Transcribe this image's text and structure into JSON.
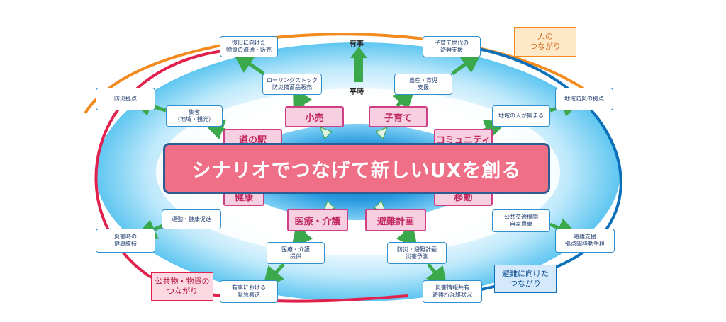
{
  "banner": "シナリオでつなげて新しいUXを創る",
  "axis": {
    "top": "有事",
    "bottom": "平時"
  },
  "pink_boxes": {
    "kouri": "小売",
    "kosodate": "子育て",
    "michi": "道の駅",
    "community": "コミュニティ",
    "kenkou": "健康",
    "idou": "移動",
    "iryou": "医療・介護",
    "hinan": "避難計画"
  },
  "mid_boxes": {
    "rolling": [
      "ローリングストック",
      "防災備蓄品販売"
    ],
    "shussan": [
      "出産・育児",
      "支援"
    ],
    "shukaku": [
      "集客",
      "（地域・観光）"
    ],
    "chiiki": [
      "地域の人が集まる"
    ],
    "undou": [
      "運動・健康促進"
    ],
    "koukyou": [
      "公共交通機関",
      "自家用車"
    ],
    "iryou_teikyou": [
      "医療・介護",
      "提供"
    ],
    "bousai": [
      "防災・避難計画",
      "災害予測"
    ]
  },
  "outer_boxes": {
    "fukkyu": [
      "復旧に向けた",
      "物資の流通・販売"
    ],
    "kosodate_setai": [
      "子育て世代の",
      "避難支援"
    ],
    "bousai_kyoten": [
      "防災拠点"
    ],
    "chiiki_bousai": [
      "地域防災の拠点"
    ],
    "saigai_kenkou": [
      "災害時の",
      "健康維持"
    ],
    "hinan_shien": [
      "避難支援",
      "拠点間移動手段"
    ],
    "yuuji_kinkyuu": [
      "有事における",
      "緊急搬送"
    ],
    "saigai_jouhou": [
      "災害情報共有",
      "避難所混雑状況"
    ]
  },
  "tags": {
    "hito": [
      "人の",
      "つながり"
    ],
    "koukyoubutsu": [
      "公共物・物資の",
      "つながり"
    ],
    "hinan_muke": [
      "避難に向けた",
      "つながり"
    ]
  },
  "colors": {
    "orange": "#f28a1e",
    "red": "#e0214e",
    "blue": "#0b6fba",
    "green": "#3aa84b",
    "pink_fill": "#f6cfe1",
    "banner": "#ef6f87"
  }
}
